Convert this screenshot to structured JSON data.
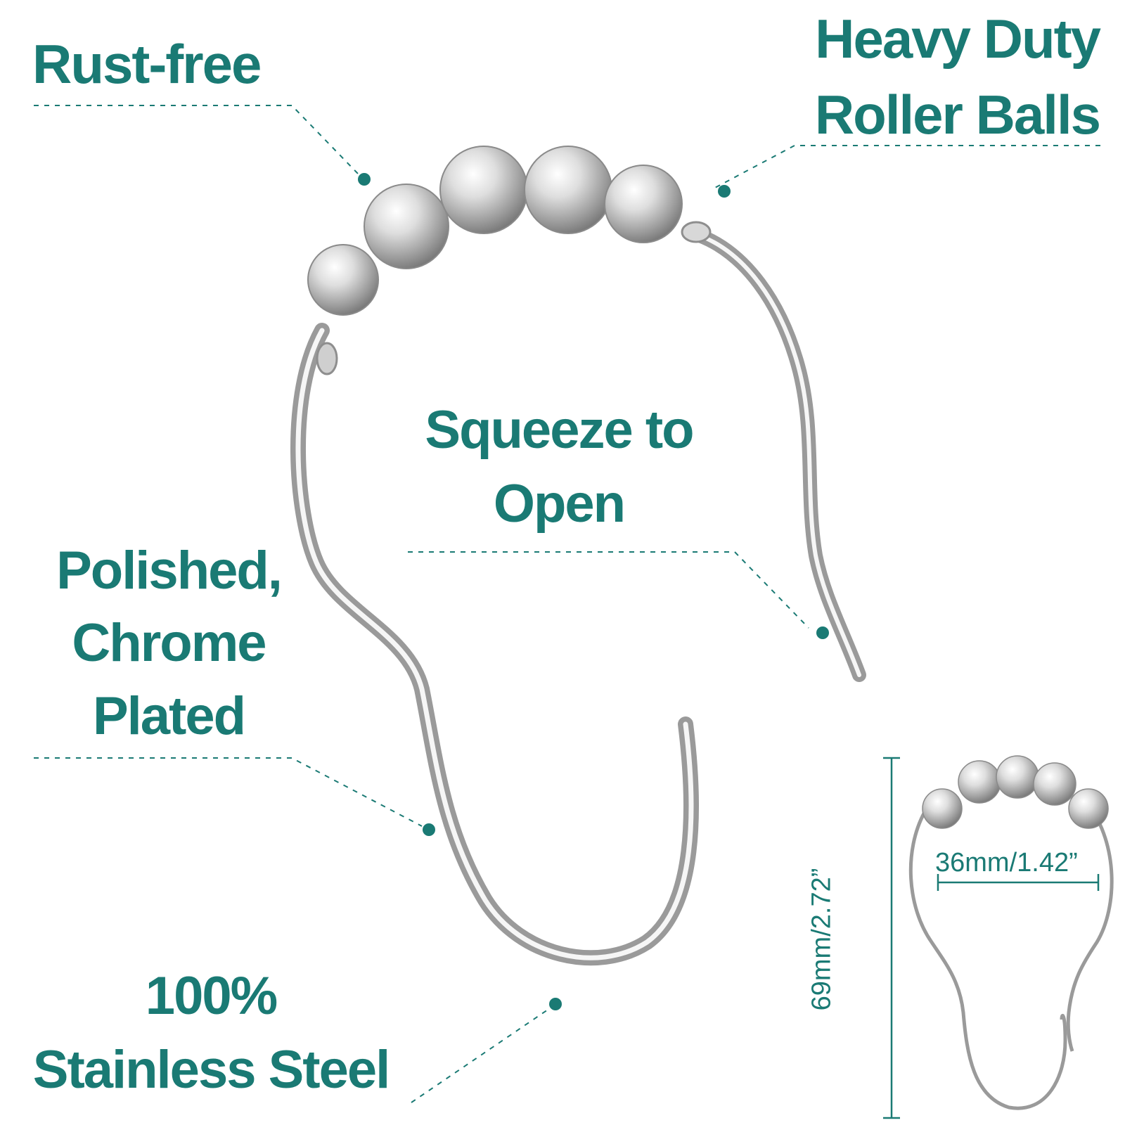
{
  "colors": {
    "accent": "#1a7a74",
    "metal_light": "#f4f4f4",
    "metal_dark": "#8e8e8e",
    "background": "#ffffff"
  },
  "callouts": {
    "rust_free": {
      "lines": [
        "Rust-free"
      ]
    },
    "heavy_duty": {
      "lines": [
        "Heavy Duty",
        "Roller Balls"
      ]
    },
    "squeeze": {
      "lines": [
        "Squeeze to",
        "Open"
      ]
    },
    "polished": {
      "lines": [
        "Polished,",
        "Chrome",
        "Plated"
      ]
    },
    "stainless": {
      "lines": [
        "100%",
        "Stainless Steel"
      ]
    }
  },
  "dimensions": {
    "width_label": "36mm/1.42”",
    "height_label": "69mm/2.72”"
  },
  "product": {
    "large_ball_count": 5,
    "small_ball_count": 5
  }
}
